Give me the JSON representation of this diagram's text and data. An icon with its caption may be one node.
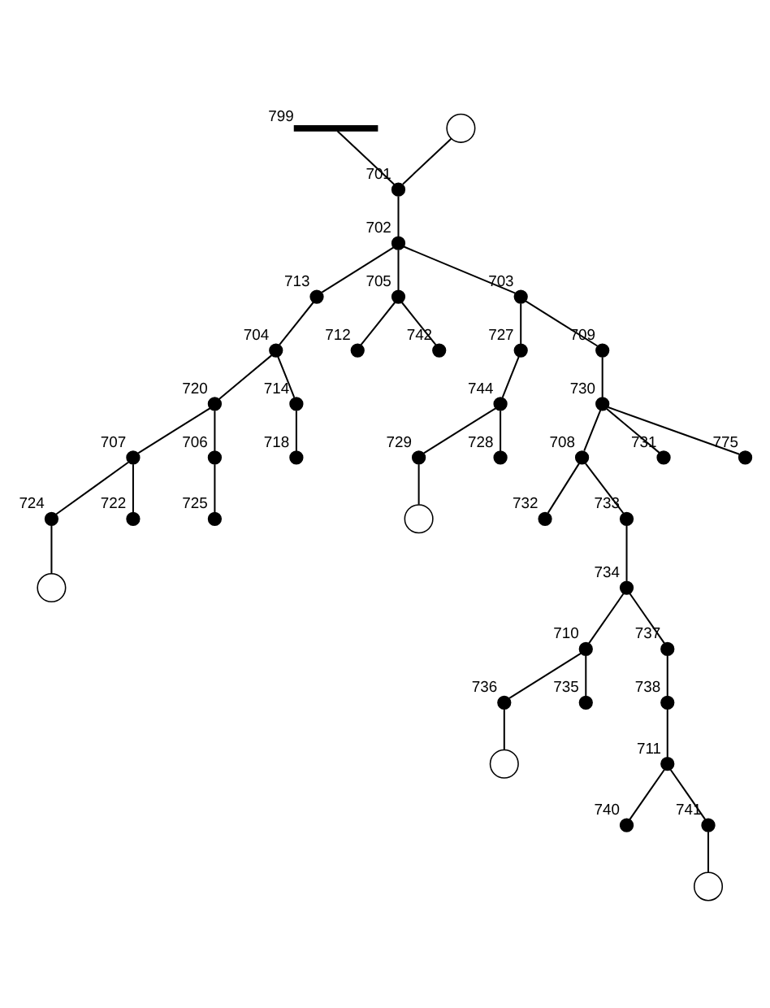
{
  "diagram": {
    "nodes": [
      {
        "text": [],
        "shape": "circle"
      },
      {
        "text": [],
        "shape": "bar",
        "beside": [
          "799"
        ]
      },
      {
        "text": [],
        "shape": "dot",
        "beside": [
          "724"
        ]
      },
      {
        "text": [],
        "shape": "dot",
        "beside": [
          "722"
        ]
      },
      {
        "text": [],
        "shape": "dot",
        "beside": [
          "707"
        ]
      },
      {
        "text": [],
        "shape": "dot",
        "beside": [
          "712"
        ]
      },
      {
        "text": [],
        "shape": "circle"
      },
      {
        "text": [],
        "shape": "dot",
        "beside": [
          "701"
        ]
      },
      {
        "text": [],
        "shape": "dot",
        "beside": [
          "742"
        ]
      },
      {
        "text": [],
        "shape": "dot",
        "beside": [
          "713"
        ]
      },
      {
        "text": [],
        "shape": "dot",
        "beside": [
          "704"
        ]
      },
      {
        "text": [],
        "shape": "dot",
        "beside": [
          "720"
        ]
      },
      {
        "text": [],
        "shape": "dot",
        "beside": [
          "705"
        ]
      },
      {
        "text": [],
        "shape": "dot",
        "beside": [
          "702"
        ]
      },
      {
        "text": [],
        "shape": "dot",
        "beside": [
          "714"
        ]
      },
      {
        "text": [],
        "shape": "dot",
        "beside": [
          "706"
        ]
      },
      {
        "text": [],
        "shape": "dot",
        "beside": [
          "729"
        ]
      },
      {
        "text": [],
        "shape": "dot",
        "beside": [
          "744"
        ]
      },
      {
        "text": [],
        "shape": "dot",
        "beside": [
          "727"
        ]
      },
      {
        "text": [],
        "shape": "circle"
      },
      {
        "text": [],
        "shape": "dot",
        "beside": [
          "703"
        ]
      },
      {
        "text": [],
        "shape": "dot",
        "beside": [
          "718"
        ]
      },
      {
        "text": [],
        "shape": "dot",
        "beside": [
          "725"
        ]
      },
      {
        "text": [],
        "shape": "dot",
        "beside": [
          "728"
        ]
      },
      {
        "text": [],
        "shape": "dot",
        "beside": [
          "709"
        ]
      },
      {
        "text": [],
        "shape": "dot",
        "beside": [
          "732"
        ]
      },
      {
        "text": [],
        "shape": "dot",
        "beside": [
          "708"
        ]
      },
      {
        "text": [],
        "shape": "dot",
        "beside": [
          "730"
        ]
      },
      {
        "text": [],
        "shape": "dot",
        "beside": [
          "731"
        ]
      },
      {
        "text": [],
        "shape": "dot",
        "beside": [
          "736"
        ]
      },
      {
        "text": [],
        "shape": "circle"
      },
      {
        "text": [],
        "shape": "dot",
        "beside": [
          "733"
        ]
      },
      {
        "text": [],
        "shape": "dot",
        "beside": [
          "775"
        ]
      },
      {
        "text": [],
        "shape": "dot",
        "beside": [
          "710"
        ]
      },
      {
        "text": [],
        "shape": "dot",
        "beside": [
          "734"
        ]
      },
      {
        "text": [],
        "shape": "dot",
        "beside": [
          "740"
        ]
      },
      {
        "text": [],
        "shape": "circle"
      },
      {
        "text": [],
        "shape": "dot",
        "beside": [
          "735"
        ]
      },
      {
        "text": [],
        "shape": "dot",
        "beside": [
          "737"
        ]
      },
      {
        "text": [],
        "shape": "dot",
        "beside": [
          "738"
        ]
      },
      {
        "text": [],
        "shape": "dot",
        "beside": [
          "711"
        ]
      },
      {
        "text": [],
        "shape": "dot",
        "beside": [
          "741"
        ]
      }
    ],
    "edges": [
      {
        "from": 1,
        "to": 7,
        "arrow": "none"
      },
      {
        "from": 6,
        "to": 7,
        "arrow": "none"
      },
      {
        "from": 7,
        "to": 13,
        "arrow": "none"
      },
      {
        "from": 13,
        "to": 12,
        "arrow": "none"
      },
      {
        "from": 12,
        "to": 8,
        "arrow": "none"
      },
      {
        "from": 12,
        "to": 5,
        "arrow": "none"
      },
      {
        "from": 13,
        "to": 9,
        "arrow": "none"
      },
      {
        "from": 9,
        "to": 10,
        "arrow": "none"
      },
      {
        "from": 10,
        "to": 14,
        "arrow": "none"
      },
      {
        "from": 14,
        "to": 21,
        "arrow": "none"
      },
      {
        "from": 10,
        "to": 11,
        "arrow": "none"
      },
      {
        "from": 11,
        "to": 4,
        "arrow": "none"
      },
      {
        "from": 4,
        "to": 3,
        "arrow": "none"
      },
      {
        "from": 4,
        "to": 2,
        "arrow": "none"
      },
      {
        "from": 2,
        "to": 0,
        "arrow": "none"
      },
      {
        "from": 11,
        "to": 15,
        "arrow": "none"
      },
      {
        "from": 15,
        "to": 22,
        "arrow": "none"
      },
      {
        "from": 13,
        "to": 20,
        "arrow": "none"
      },
      {
        "from": 20,
        "to": 18,
        "arrow": "none"
      },
      {
        "from": 18,
        "to": 17,
        "arrow": "none"
      },
      {
        "from": 17,
        "to": 16,
        "arrow": "none"
      },
      {
        "from": 16,
        "to": 19,
        "arrow": "none"
      },
      {
        "from": 17,
        "to": 23,
        "arrow": "none"
      },
      {
        "from": 20,
        "to": 24,
        "arrow": "none"
      },
      {
        "from": 24,
        "to": 27,
        "arrow": "none"
      },
      {
        "from": 27,
        "to": 26,
        "arrow": "none"
      },
      {
        "from": 26,
        "to": 25,
        "arrow": "none"
      },
      {
        "from": 27,
        "to": 28,
        "arrow": "none"
      },
      {
        "from": 27,
        "to": 32,
        "arrow": "none"
      },
      {
        "from": 26,
        "to": 31,
        "arrow": "none"
      },
      {
        "from": 31,
        "to": 34,
        "arrow": "none"
      },
      {
        "from": 34,
        "to": 33,
        "arrow": "none"
      },
      {
        "from": 33,
        "to": 29,
        "arrow": "none"
      },
      {
        "from": 29,
        "to": 30,
        "arrow": "none"
      },
      {
        "from": 33,
        "to": 37,
        "arrow": "none"
      },
      {
        "from": 34,
        "to": 38,
        "arrow": "none"
      },
      {
        "from": 38,
        "to": 39,
        "arrow": "none"
      },
      {
        "from": 39,
        "to": 40,
        "arrow": "none"
      },
      {
        "from": 40,
        "to": 35,
        "arrow": "none"
      },
      {
        "from": 40,
        "to": 41,
        "arrow": "none"
      },
      {
        "from": 41,
        "to": 36,
        "arrow": "none"
      }
    ]
  }
}
